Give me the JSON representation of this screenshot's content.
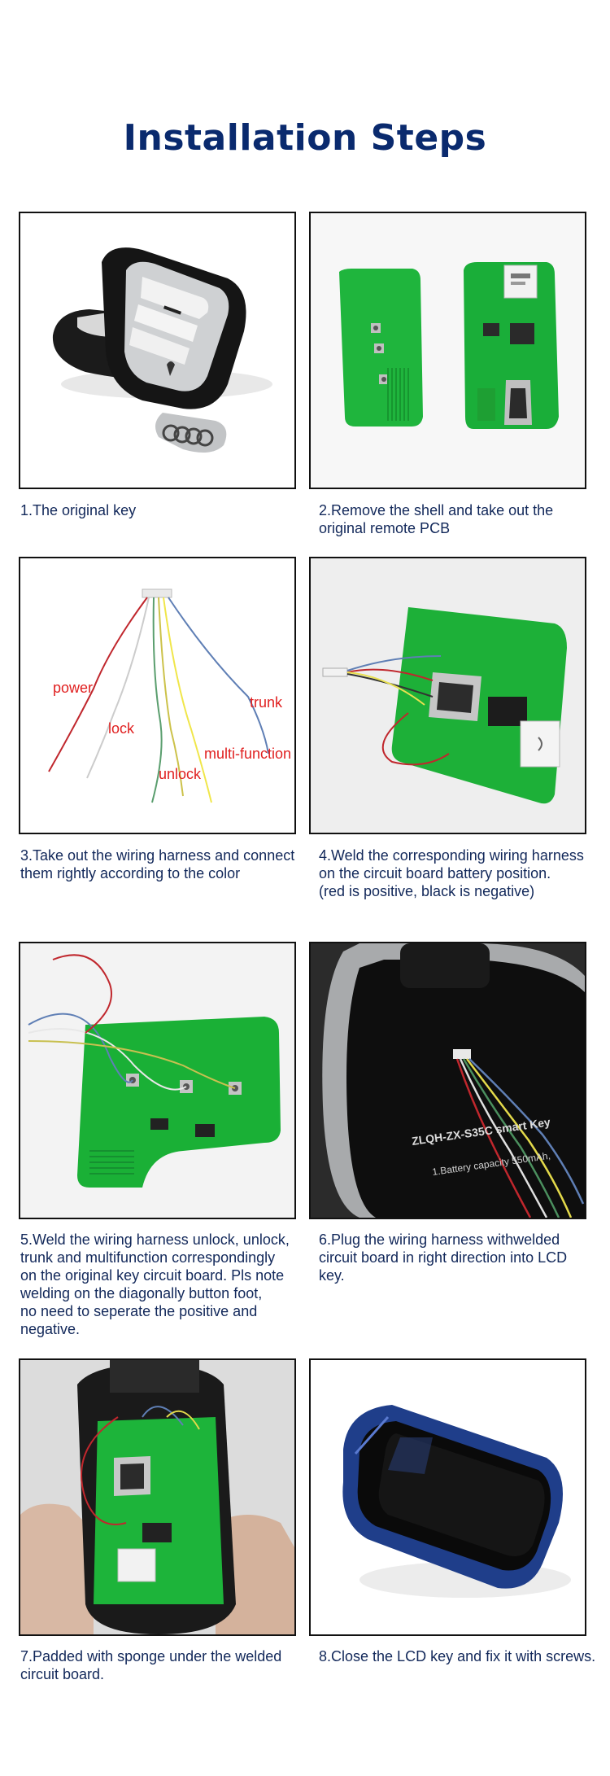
{
  "title": "Installation Steps",
  "steps": [
    {
      "caption": "1.The original key",
      "image": "original-key-photo"
    },
    {
      "caption": "2.Remove the shell and take out the\noriginal remote PCB",
      "image": "remote-pcb-photo"
    },
    {
      "caption": "3.Take out the wiring harness and connect\nthem rightly according to the color",
      "image": "wiring-harness-photo",
      "wire_labels": {
        "power": "power",
        "lock": "lock",
        "unlock": "unlock",
        "trunk": "trunk",
        "multi_function": "multi-function"
      }
    },
    {
      "caption": "4.Weld the corresponding wiring harness\non the circuit board battery position.\n(red is positive, black is negative)",
      "image": "battery-weld-photo"
    },
    {
      "caption": "5.Weld the wiring harness unlock, unlock,\ntrunk and multifunction correspondingly\non the original key circuit board. Pls note\nwelding on the diagonally button foot,\nno need to seperate the positive and\nnegative.",
      "image": "button-weld-photo"
    },
    {
      "caption": "6.Plug the wiring harness withwelded\ncircuit board in right direction into LCD\nkey.",
      "image": "lcd-key-plug-photo",
      "photo_text": {
        "model": "ZLQH-ZX-S35C smart Key",
        "battery": "1.Battery capacity 550mAh,"
      }
    },
    {
      "caption": "7.Padded with sponge under the welded\ncircuit board.",
      "image": "sponge-padding-photo"
    },
    {
      "caption": "8.Close the LCD key and fix it with screws.",
      "image": "closed-lcd-key-photo"
    }
  ]
}
